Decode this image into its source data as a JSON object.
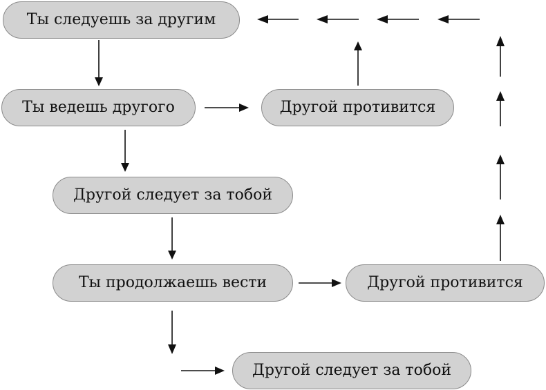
{
  "diagram": {
    "nodes": [
      {
        "id": "n1",
        "label": "Ты следуешь за другим"
      },
      {
        "id": "n2",
        "label": "Ты ведешь другого"
      },
      {
        "id": "n3",
        "label": "Другой противится"
      },
      {
        "id": "n4",
        "label": "Другой следует за тобой"
      },
      {
        "id": "n5",
        "label": "Ты продолжаешь вести"
      },
      {
        "id": "n6",
        "label": "Другой противится"
      },
      {
        "id": "n7",
        "label": "Другой следует за тобой"
      }
    ],
    "edges": [
      {
        "from": "n1",
        "to": "n2"
      },
      {
        "from": "n2",
        "to": "n3"
      },
      {
        "from": "n3",
        "to": "n1"
      },
      {
        "from": "n2",
        "to": "n4"
      },
      {
        "from": "n4",
        "to": "n5"
      },
      {
        "from": "n5",
        "to": "n6"
      },
      {
        "from": "n6",
        "to": "n1"
      },
      {
        "from": "n5",
        "to": "n7"
      }
    ]
  }
}
